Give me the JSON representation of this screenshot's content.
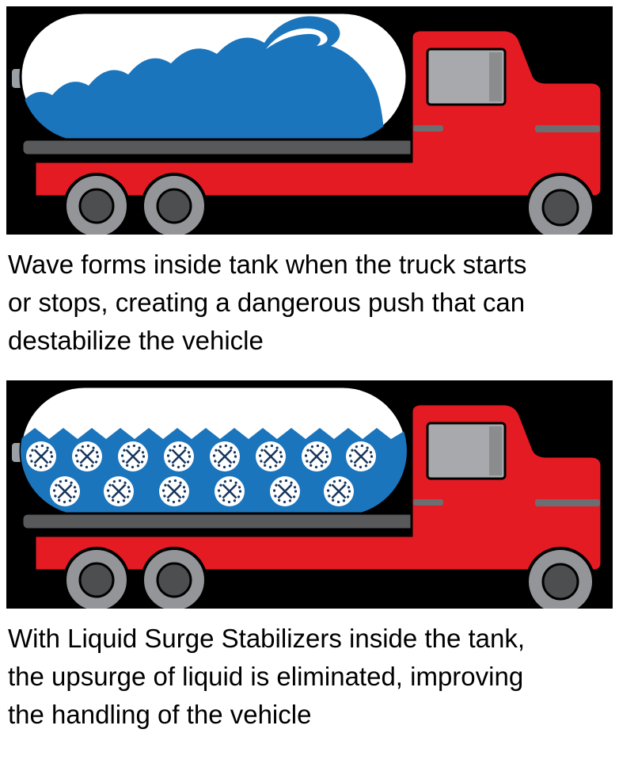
{
  "colors": {
    "page_background": "#ffffff",
    "panel_background": "#000000",
    "truck_red": "#e51b24",
    "liquid_blue": "#1b75bc",
    "tank_white": "#ffffff",
    "chassis_gray": "#58595b",
    "wheel_gray": "#939598",
    "hub_gray": "#4d4e50",
    "window_gray": "#a7a9ac",
    "window_shade_gray": "#8a8c8e",
    "trim_gray": "#6d6e71",
    "stabilizer_navy": "#17365f",
    "caption_text": "#000000"
  },
  "panels": [
    {
      "id": "wave-problem",
      "illustration": "tanker-truck-with-surging-wave-inside-tank",
      "caption_lines": [
        "Wave forms inside tank when the truck starts",
        "or stops, creating a dangerous push that can",
        "destabilize the vehicle"
      ]
    },
    {
      "id": "stabilizer-solution",
      "illustration": "tanker-truck-with-liquid-surge-stabilizers-inside-tank",
      "stabilizer_count": 14,
      "caption_lines": [
        "With Liquid Surge Stabilizers inside the tank,",
        "the upsurge of liquid is eliminated, improving",
        "the handling of the vehicle"
      ]
    }
  ]
}
